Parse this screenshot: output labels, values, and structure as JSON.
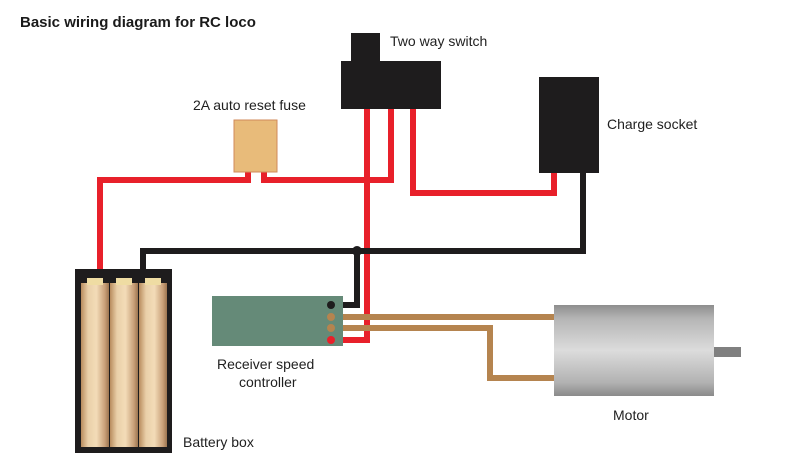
{
  "title": "Basic wiring diagram for RC loco",
  "components": {
    "switch": {
      "label": "Two way switch",
      "color": "#1e1c1d"
    },
    "fuse": {
      "label": "2A auto reset fuse",
      "color": "#e8bb7a",
      "border": "#d08a5a"
    },
    "charge_socket": {
      "label": "Charge socket",
      "color": "#1e1c1d"
    },
    "battery_box": {
      "label": "Battery box",
      "color": "#1e1c1d",
      "cells": 3
    },
    "receiver": {
      "label_line1": "Receiver speed",
      "label_line2": "controller",
      "color": "#658a78"
    },
    "motor": {
      "label": "Motor"
    }
  },
  "wire_colors": {
    "positive": "#e8202a",
    "negative": "#1e1c1d",
    "motor": "#b5844f"
  }
}
